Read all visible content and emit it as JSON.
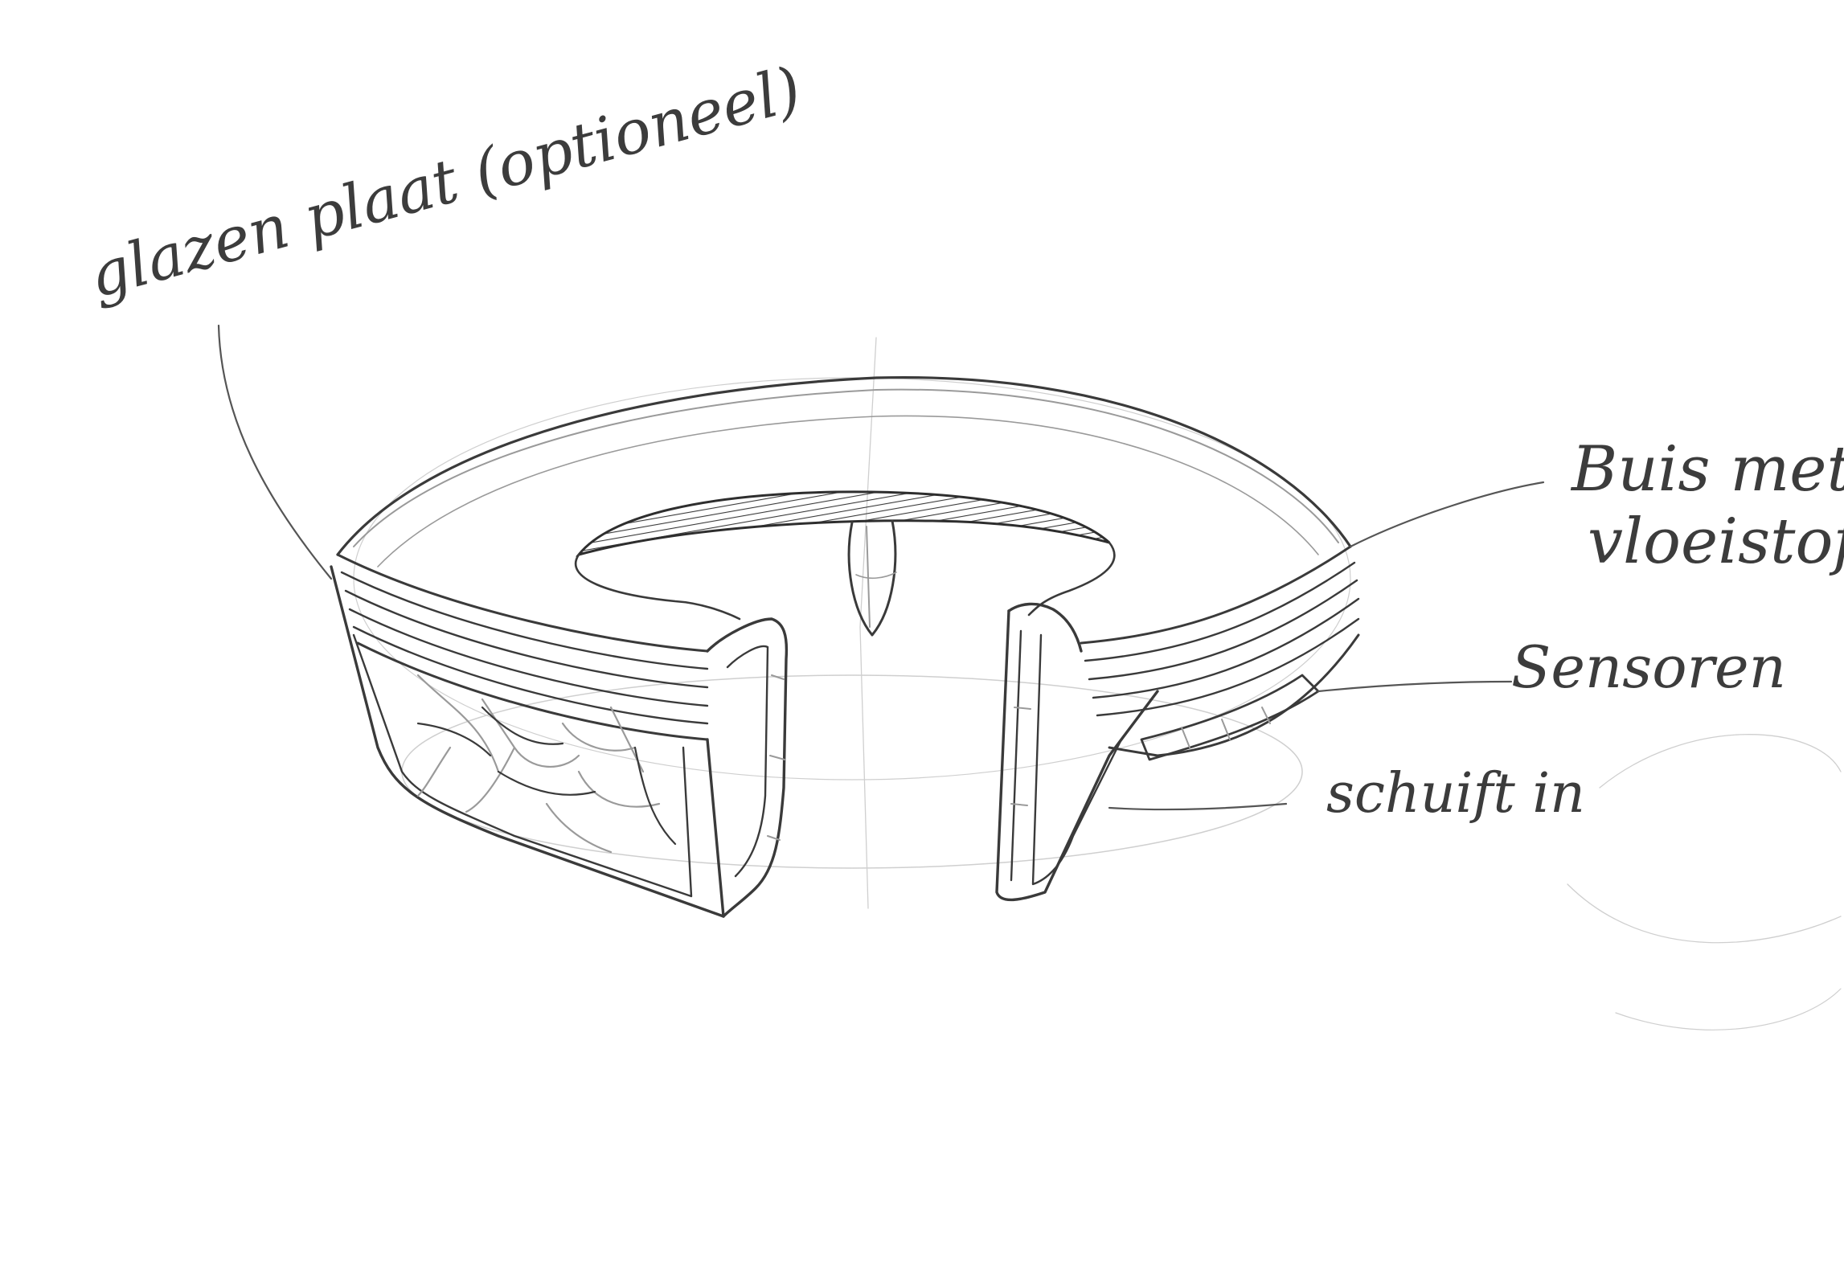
{
  "labels": {
    "glass_plate": "glazen plaat (optioneel)",
    "tube": "Buis met",
    "tube_line2": "vloeistof",
    "sensors": "Sensoren",
    "slides_in": "schuift in"
  },
  "colors": {
    "paper": "#ffffff",
    "graphite": "#3a3a3a",
    "graphite_light": "#9a9a9a"
  }
}
